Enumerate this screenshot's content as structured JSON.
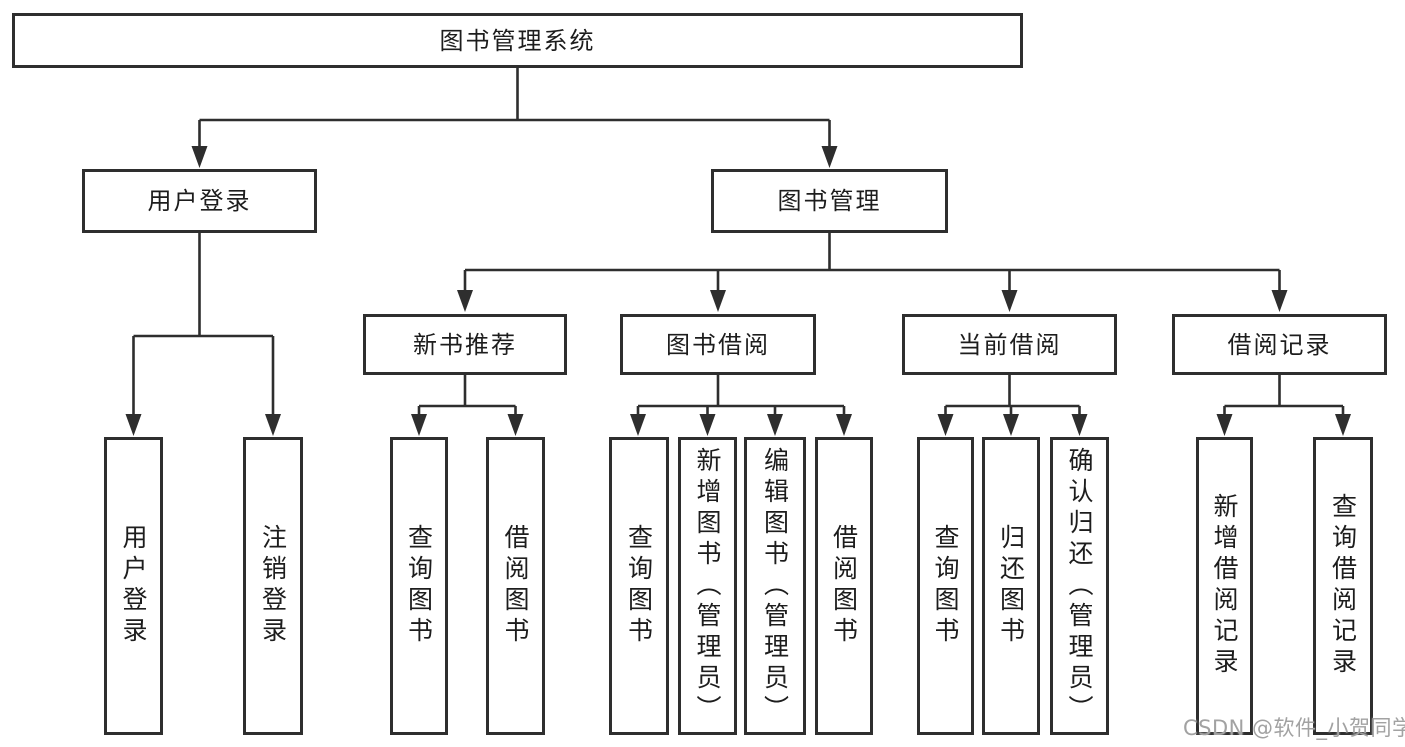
{
  "tree": {
    "label": "图书管理系统",
    "children": [
      {
        "label": "用户登录",
        "children": [
          {
            "label": "用户登录"
          },
          {
            "label": "注销登录"
          }
        ]
      },
      {
        "label": "图书管理",
        "children": [
          {
            "label": "新书推荐",
            "children": [
              {
                "label": "查询图书"
              },
              {
                "label": "借阅图书"
              }
            ]
          },
          {
            "label": "图书借阅",
            "children": [
              {
                "label": "查询图书"
              },
              {
                "label": "新增图书（管理员）"
              },
              {
                "label": "编辑图书（管理员）"
              },
              {
                "label": "借阅图书"
              }
            ]
          },
          {
            "label": "当前借阅",
            "children": [
              {
                "label": "查询图书"
              },
              {
                "label": "归还图书"
              },
              {
                "label": "确认归还（管理员）"
              }
            ]
          },
          {
            "label": "借阅记录",
            "children": [
              {
                "label": "新增借阅记录"
              },
              {
                "label": "查询借阅记录"
              }
            ]
          }
        ]
      }
    ]
  },
  "watermark": {
    "text": "CSDN @软件_小贺同学"
  },
  "colors": {
    "border": "#2e2e2e",
    "line": "#2e2e2e",
    "text": "#1d1d1d",
    "background": "#ffffff",
    "watermark": "#a2a2a2"
  }
}
